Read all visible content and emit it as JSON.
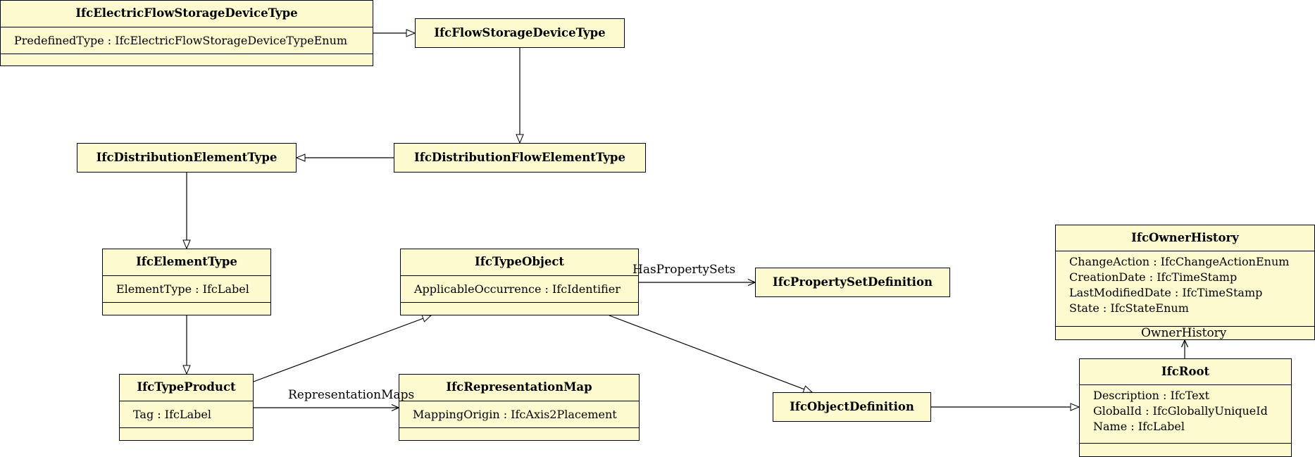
{
  "classes": {
    "electric_flow_storage": {
      "name": "IfcElectricFlowStorageDeviceType",
      "attributes": [
        "PredefinedType : IfcElectricFlowStorageDeviceTypeEnum"
      ]
    },
    "flow_storage": {
      "name": "IfcFlowStorageDeviceType"
    },
    "distribution_element": {
      "name": "IfcDistributionElementType"
    },
    "distribution_flow_element": {
      "name": "IfcDistributionFlowElementType"
    },
    "element_type": {
      "name": "IfcElementType",
      "attributes": [
        "ElementType : IfcLabel"
      ]
    },
    "type_object": {
      "name": "IfcTypeObject",
      "attributes": [
        "ApplicableOccurrence : IfcIdentifier"
      ]
    },
    "property_set_definition": {
      "name": "IfcPropertySetDefinition"
    },
    "owner_history": {
      "name": "IfcOwnerHistory",
      "attributes": [
        "ChangeAction : IfcChangeActionEnum",
        "CreationDate : IfcTimeStamp",
        "LastModifiedDate : IfcTimeStamp",
        "State : IfcStateEnum"
      ]
    },
    "type_product": {
      "name": "IfcTypeProduct",
      "attributes": [
        "Tag : IfcLabel"
      ]
    },
    "representation_map": {
      "name": "IfcRepresentationMap",
      "attributes": [
        "MappingOrigin : IfcAxis2Placement"
      ]
    },
    "object_definition": {
      "name": "IfcObjectDefinition"
    },
    "root": {
      "name": "IfcRoot",
      "attributes": [
        "Description : IfcText",
        "GlobalId : IfcGloballyUniqueId",
        "Name : IfcLabel"
      ]
    }
  },
  "association_labels": {
    "has_property_sets": "HasPropertySets",
    "representation_maps": "RepresentationMaps",
    "owner_history": "OwnerHistory"
  },
  "colors": {
    "class_fill": "#fdfad0",
    "line": "#000000"
  }
}
